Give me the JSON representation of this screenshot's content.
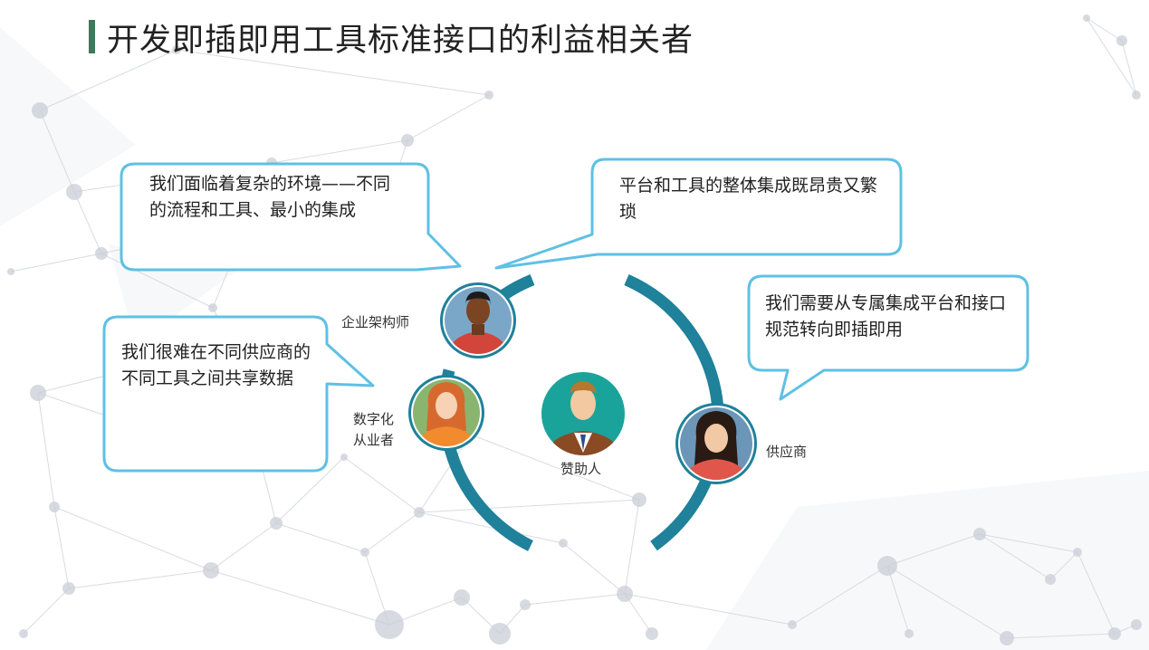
{
  "title": "开发即插即用工具标准接口的利益相关者",
  "colors": {
    "title_accent": "#3c7a5a",
    "ring": "#1f819a",
    "bubble_border": "#5fc0e4",
    "network": "#c9cdd5"
  },
  "bubbles": {
    "enterprise_architect": "我们面临着复杂的环境——不同的流程和工具、最小的集成",
    "platform_cost": "平台和工具的整体集成既昂贵又繁琐",
    "digital_practitioner": "我们很难在不同供应商的不同工具之间共享数据",
    "vendor": "我们需要从专属集成平台和接口规范转向即插即用"
  },
  "people": {
    "enterprise_architect": "企业架构师",
    "digital_practitioner": "数字化从业者",
    "sponsor": "赞助人",
    "vendor": "供应商"
  },
  "icons": {
    "enterprise_architect": "man-dark-skin-avatar-icon",
    "digital_practitioner": "woman-red-hair-avatar-icon",
    "sponsor": "businessman-suit-avatar-icon",
    "vendor": "woman-dark-hair-avatar-icon"
  }
}
